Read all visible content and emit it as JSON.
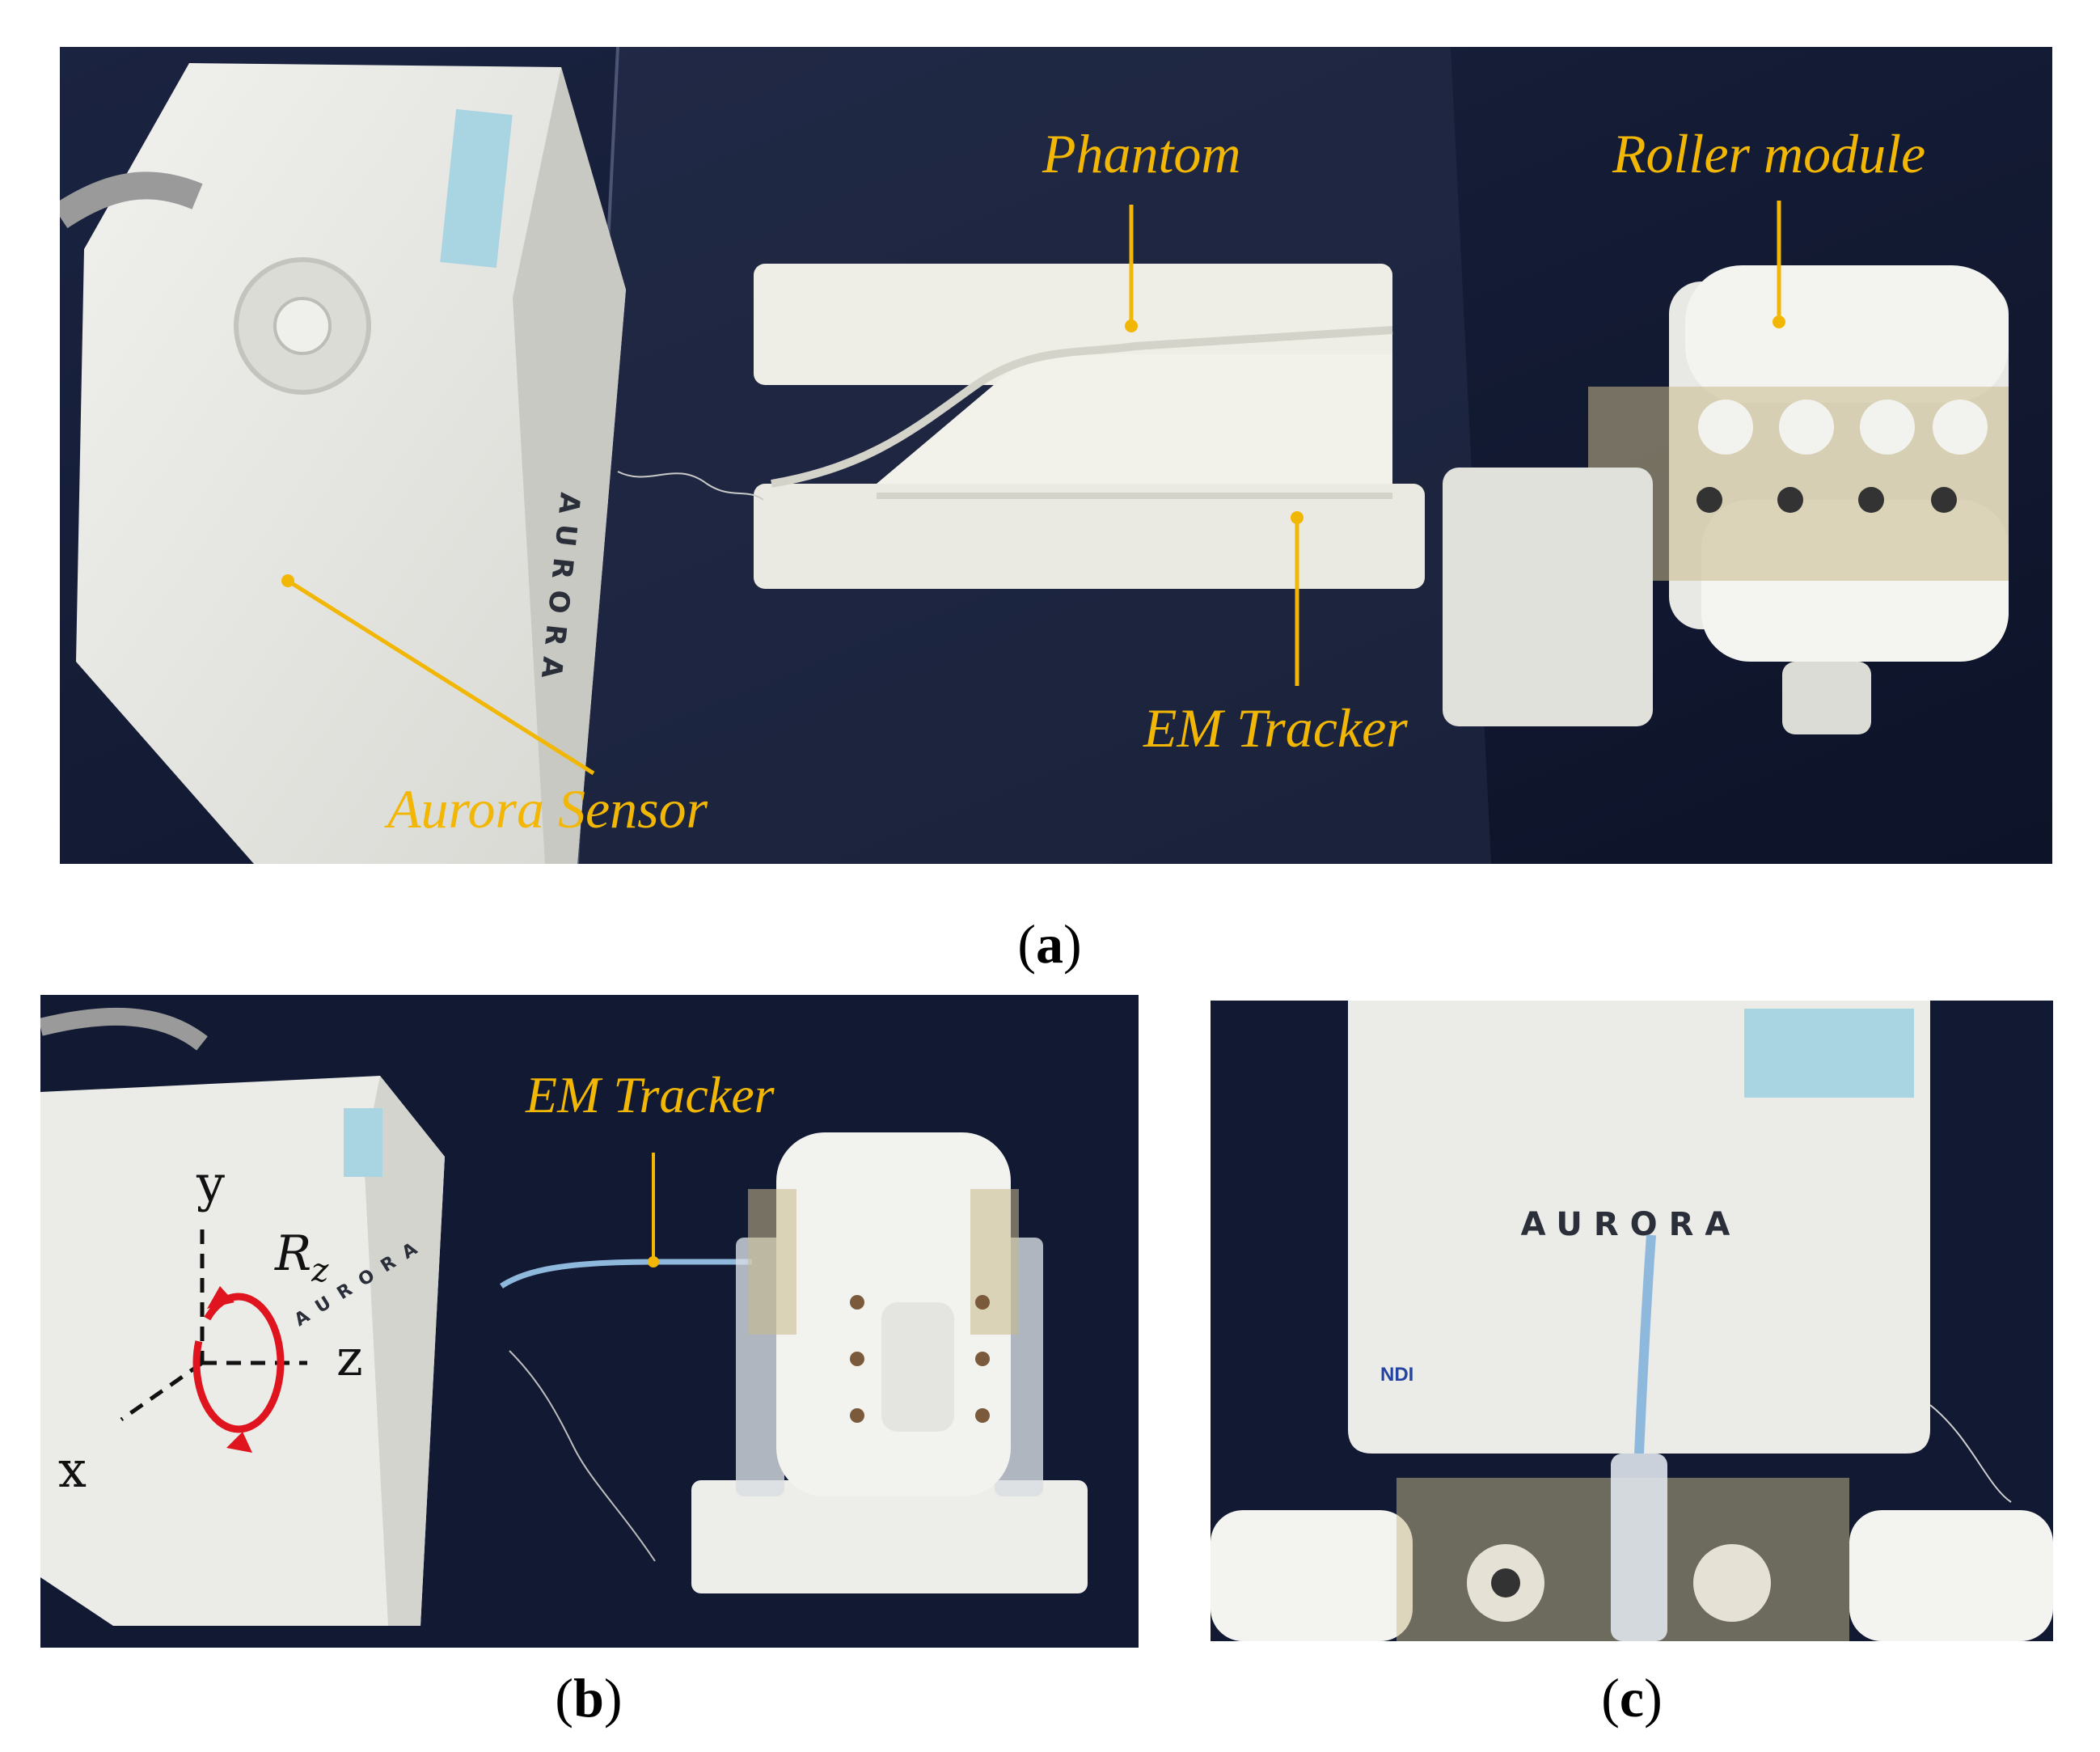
{
  "panel_a": {
    "callouts": {
      "phantom": "Phantom",
      "roller_module": "Roller module",
      "em_tracker": "EM Tracker",
      "aurora_sensor": "Aurora Sensor"
    },
    "device_brand": "AURORA",
    "caption_letter": "a"
  },
  "panel_b": {
    "callouts": {
      "em_tracker": "EM Tracker"
    },
    "axes": {
      "y": "y",
      "z": "z",
      "x": "x",
      "rotation": "R",
      "rotation_sub": "z"
    },
    "device_brand": "AURORA",
    "caption_letter": "b"
  },
  "panel_c": {
    "device_brand": "AURORA",
    "logo": "NDI",
    "caption_letter": "c"
  },
  "colors": {
    "callout": "#f2b705",
    "backdrop": "#121a33",
    "device": "#e6e6e2",
    "rotation_arrow": "#e0141e"
  }
}
